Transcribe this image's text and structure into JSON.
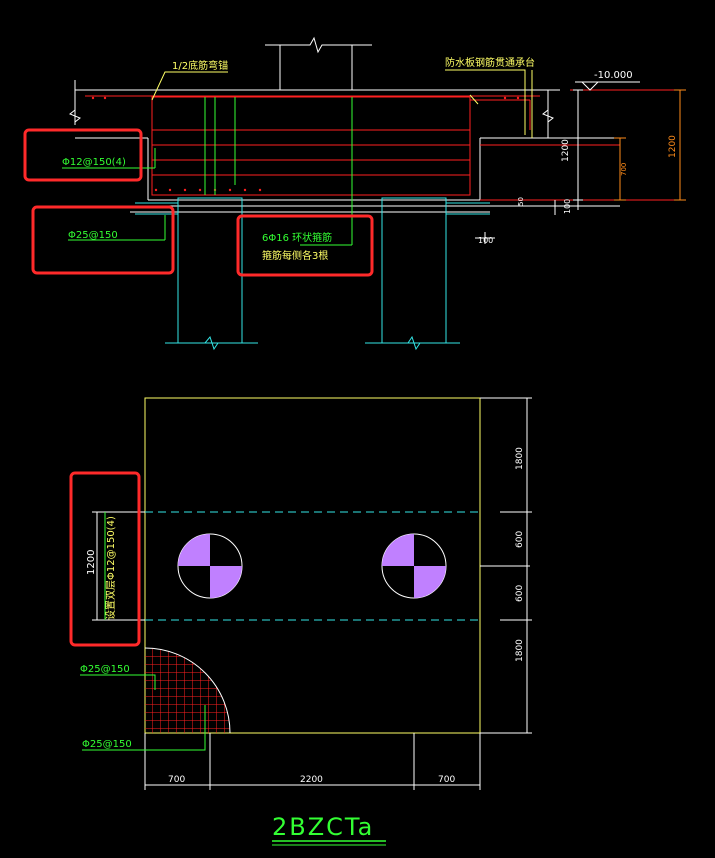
{
  "colors": {
    "background": "#000000",
    "white": "#ffffff",
    "red": "#ff2020",
    "green": "#33ff33",
    "yellow": "#ffff66",
    "cyan": "#33e6e6",
    "orange": "#ff8c1a",
    "violet": "#c080ff",
    "highlight": "#ff2a2a"
  },
  "section": {
    "label_half_bottom_rebar": "1/2底筋弯锚",
    "label_waterproof": "防水板钢筋贯通承台",
    "elevation": "-10.000",
    "rebar_side_long": "Φ12@150(4)",
    "rebar_bottom": "Φ25@150",
    "stirrup_line1": "6Φ16 环状箍筋",
    "stirrup_line2": "箍筋每侧各3根",
    "dim_1200_right": "1200",
    "dim_1200_far": "1200",
    "dim_inner": "700",
    "dim_100_v": "100",
    "dim_100_h": "100",
    "dim_50": "50"
  },
  "plan": {
    "side_dim_1200": "1200",
    "side_rebar_note": "设置双层Φ12@150(4)",
    "rebar_x": "Φ25@150",
    "rebar_y": "Φ25@150",
    "dim_top": "1800",
    "dim_mid1": "600",
    "dim_mid2": "600",
    "dim_bottom": "1800",
    "dim_left": "700",
    "dim_center": "2200",
    "dim_right": "700"
  },
  "drawing_title": "2BZCTa"
}
